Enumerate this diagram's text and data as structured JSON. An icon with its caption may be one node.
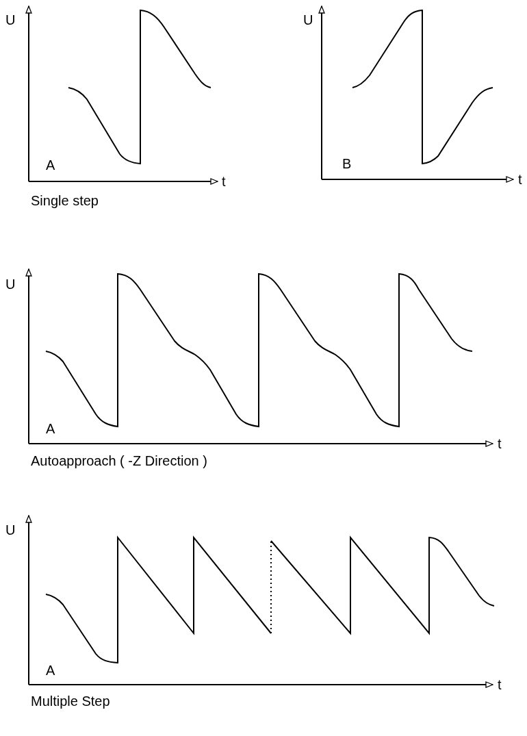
{
  "diagram": {
    "labels": [
      "U",
      "U",
      "A",
      "B",
      "t",
      "t",
      "Single step",
      "U",
      "A",
      "t",
      "Autoapproach ( -Z Direction )",
      "U",
      "A",
      "t",
      "Multiple Step"
    ]
  }
}
